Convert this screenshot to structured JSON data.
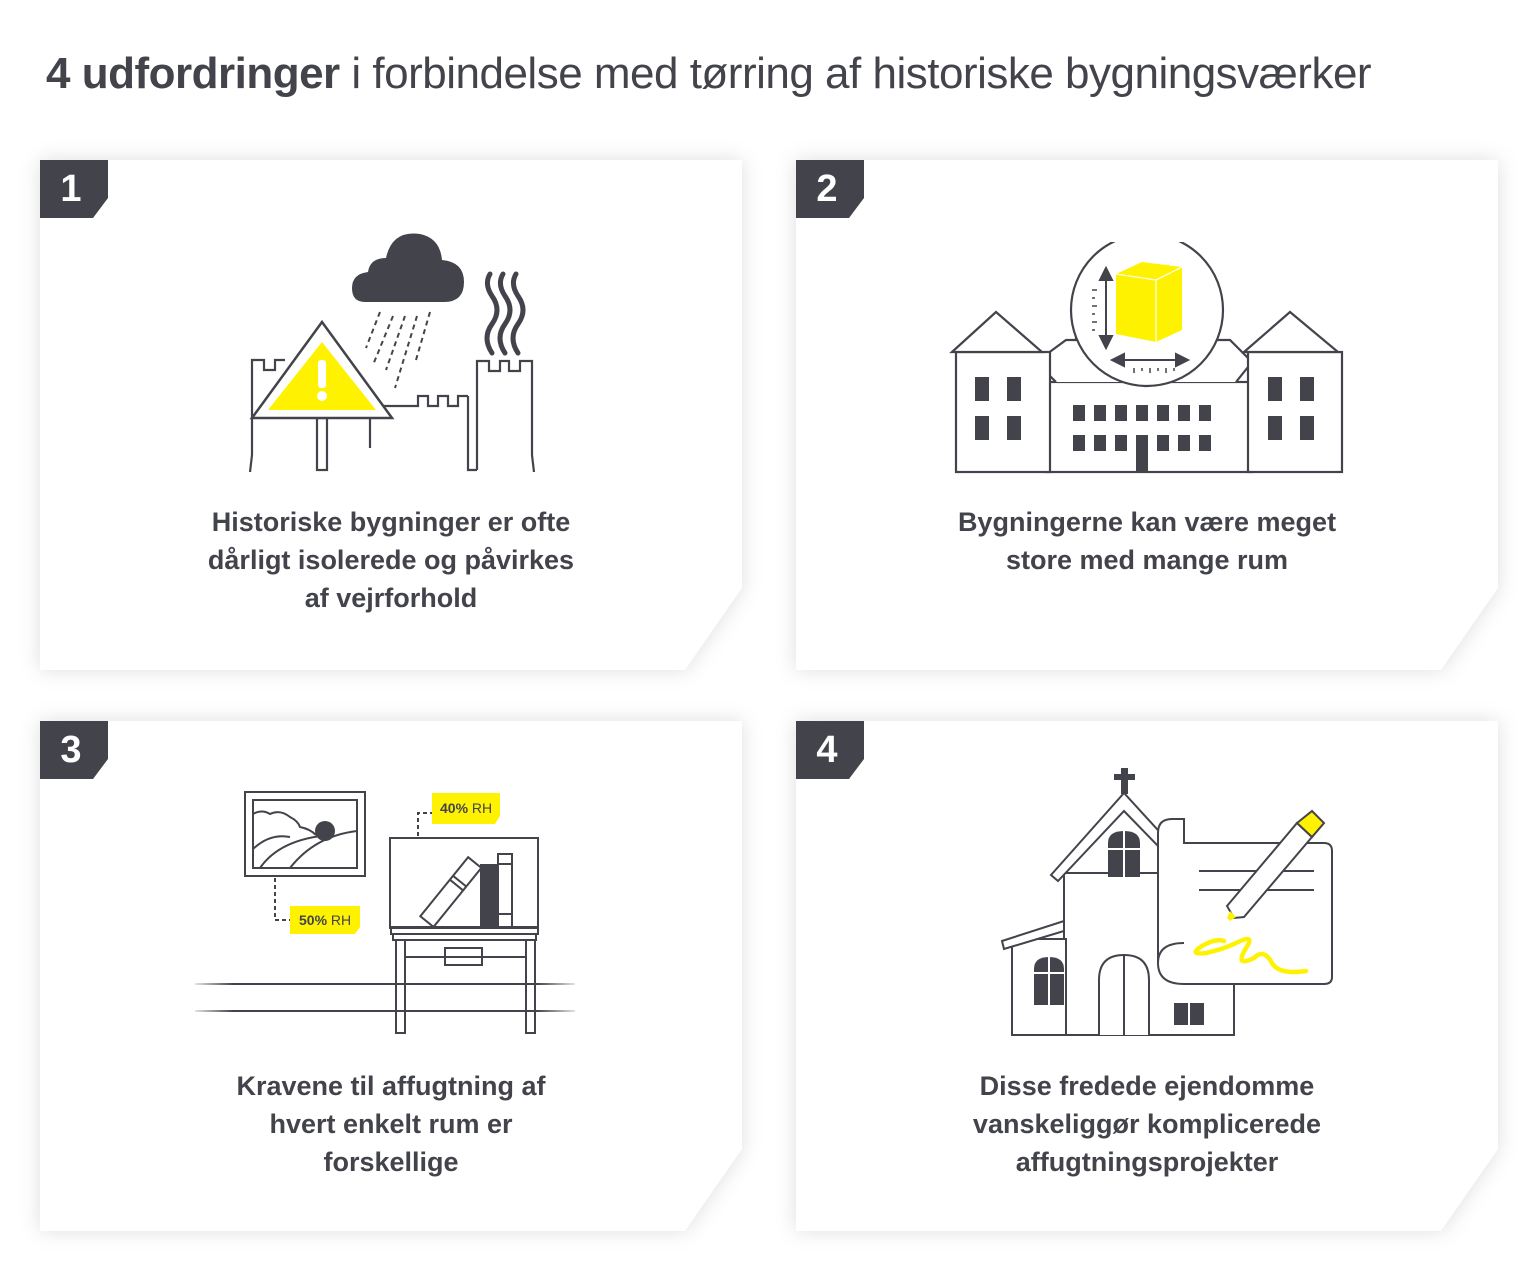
{
  "title": {
    "bold": "4 udfordringer",
    "light": " i forbindelse med tørring af historiske bygningsværker"
  },
  "colors": {
    "dark": "#43444b",
    "accent_yellow": "#fff200",
    "card_bg": "#ffffff",
    "page_bg": "#ffffff"
  },
  "cards": [
    {
      "number": "1",
      "illustration": "castle-weather-warning",
      "lines": [
        "Historiske bygninger er ofte",
        "dårligt isolerede og påvirkes",
        "af vejrforhold"
      ]
    },
    {
      "number": "2",
      "illustration": "large-building-volume",
      "lines": [
        "Bygningerne kan være meget",
        "store med mange rum"
      ]
    },
    {
      "number": "3",
      "illustration": "room-humidity-levels",
      "tags": {
        "tag1_value": "40%",
        "tag1_unit": " RH",
        "tag2_value": "50%",
        "tag2_unit": " RH"
      },
      "lines": [
        "Kravene til affugtning af",
        "hvert enkelt rum er",
        "forskellige"
      ]
    },
    {
      "number": "4",
      "illustration": "protected-church-document",
      "lines": [
        "Disse fredede ejendomme",
        "vanskeliggør komplicerede",
        "affugtningsprojekter"
      ]
    }
  ]
}
